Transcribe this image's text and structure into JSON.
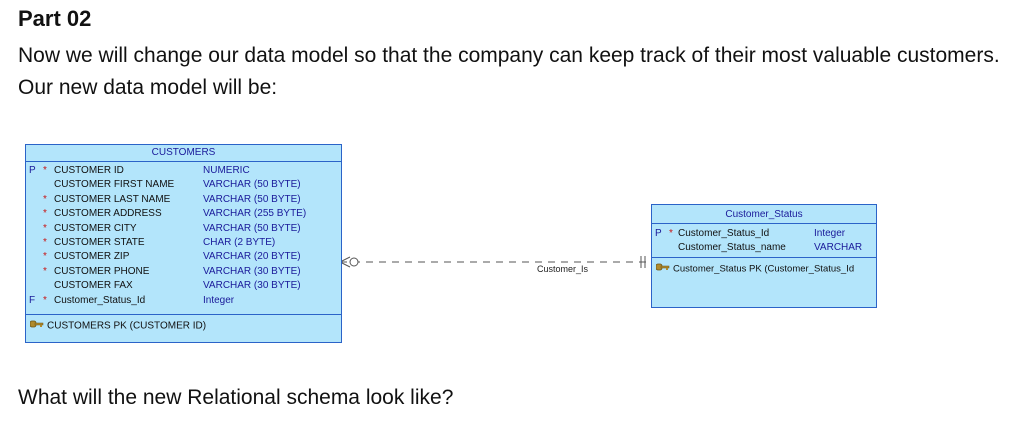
{
  "header": {
    "part_title": "Part 02",
    "intro": "Now we will change our data model so that the company can keep track of their most valuable customers. Our new data model will be:"
  },
  "customers": {
    "title": "CUSTOMERS",
    "attributes": [
      {
        "flag": "P",
        "mandatory": "*",
        "name": "CUSTOMER ID",
        "type": "NUMERIC"
      },
      {
        "flag": "",
        "mandatory": "",
        "name": "CUSTOMER FIRST NAME",
        "type": "VARCHAR (50 BYTE)"
      },
      {
        "flag": "",
        "mandatory": "*",
        "name": "CUSTOMER LAST NAME",
        "type": "VARCHAR (50 BYTE)"
      },
      {
        "flag": "",
        "mandatory": "*",
        "name": "CUSTOMER ADDRESS",
        "type": "VARCHAR (255 BYTE)"
      },
      {
        "flag": "",
        "mandatory": "*",
        "name": "CUSTOMER CITY",
        "type": "VARCHAR (50 BYTE)"
      },
      {
        "flag": "",
        "mandatory": "*",
        "name": "CUSTOMER STATE",
        "type": "CHAR (2 BYTE)"
      },
      {
        "flag": "",
        "mandatory": "*",
        "name": "CUSTOMER ZIP",
        "type": "VARCHAR (20 BYTE)"
      },
      {
        "flag": "",
        "mandatory": "*",
        "name": "CUSTOMER PHONE",
        "type": "VARCHAR (30 BYTE)"
      },
      {
        "flag": "",
        "mandatory": "",
        "name": "CUSTOMER FAX",
        "type": "VARCHAR (30 BYTE)"
      },
      {
        "flag": "F",
        "mandatory": "*",
        "name": "Customer_Status_Id",
        "type": "Integer"
      }
    ],
    "key": "CUSTOMERS PK (CUSTOMER ID)"
  },
  "customer_status": {
    "title": "Customer_Status",
    "attributes": [
      {
        "flag": "P",
        "mandatory": "*",
        "name": "Customer_Status_Id",
        "type": "Integer"
      },
      {
        "flag": "",
        "mandatory": "",
        "name": "Customer_Status_name",
        "type": "VARCHAR"
      }
    ],
    "key": "Customer_Status PK (Customer_Status_Id"
  },
  "relationship": {
    "label": "Customer_Is"
  },
  "footer": {
    "question": "What will the new Relational schema look like?"
  },
  "colors": {
    "entity_fill": "#b3e5fb",
    "entity_border": "#2b63c8",
    "type_text": "#1a1a9a",
    "mandatory_marker": "#c81414"
  },
  "icons": {
    "primary_key": "key-icon",
    "relationship_source_end": "crows-foot-optional-icon",
    "relationship_target_end": "one-mandatory-icon"
  }
}
